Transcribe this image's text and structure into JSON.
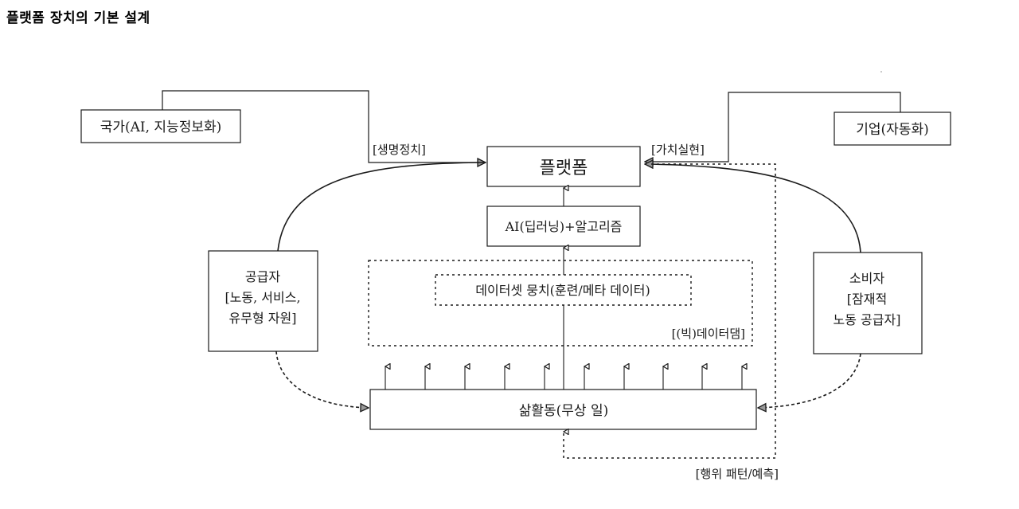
{
  "title": "플랫폼 장치의 기본 설계",
  "nodes": {
    "state": "국가(AI, 지능정보화)",
    "corporation": "기업(자동화)",
    "platform": "플랫폼",
    "ai_algorithm": "AI(딥러닝)+알고리즘",
    "dataset": "데이터셋 뭉치(훈련/메타 데이터)",
    "data_dam_label": "[(빅)데이터댐]",
    "supplier_lines": [
      "공급자",
      "[노동, 서비스,",
      "유무형 자원]"
    ],
    "consumer_lines": [
      "소비자",
      "[잠재적",
      "노동 공급자]"
    ],
    "life_activity": "삶활동(무상 일)"
  },
  "edge_labels": {
    "biopolitics": "[생명정치]",
    "value_realization": "[가치실현]",
    "behavior_pattern": "[행위 패턴/예측]"
  },
  "colors": {
    "line": "#1a1a1a",
    "arrow_fill": "#9a9a9a"
  }
}
